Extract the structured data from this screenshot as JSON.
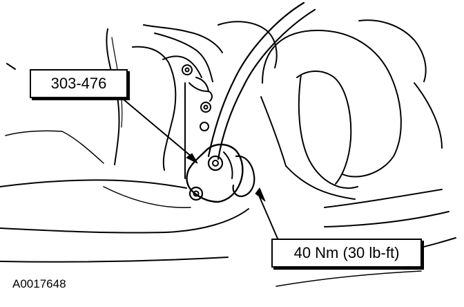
{
  "tool_label": "303-476",
  "torque_label": "40 Nm (30 lb-ft)",
  "figure_id": "A0017648"
}
